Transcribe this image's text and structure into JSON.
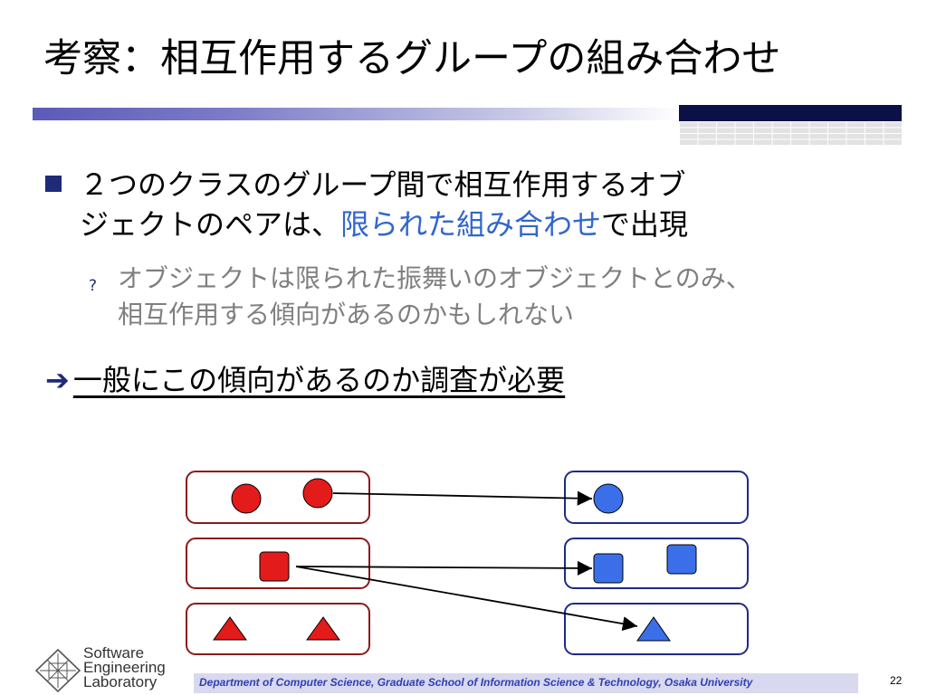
{
  "title": "考察：相互作用するグループの組み合わせ",
  "bullet1": {
    "line1": "２つのクラスのグループ間で相互作用するオブ",
    "line2_pre": "ジェクトのペアは、",
    "line2_highlight": "限られた組み合わせ",
    "line2_post": "で出現"
  },
  "bullet2": {
    "marker": "?",
    "line1": "オブジェクトは限られた振舞いのオブジェクトとのみ、",
    "line2": "相互作用する傾向があるのかもしれない"
  },
  "bullet3": {
    "arrow": "➔",
    "text": "一般にこの傾向があるのか調査が必要"
  },
  "colors": {
    "accent": "#1f2a78",
    "highlight": "#3366cc",
    "left_group": "#8b1a1a",
    "right_group": "#1f2a8a",
    "red_fill": "#e31b1b",
    "blue_fill": "#3b6fea"
  },
  "footer": {
    "logo_line1": "Software",
    "logo_line2": "Engineering",
    "logo_line3": "Laboratory",
    "department": "Department of Computer Science, Graduate School of Information Science & Technology, Osaka University",
    "page_number": "22"
  }
}
